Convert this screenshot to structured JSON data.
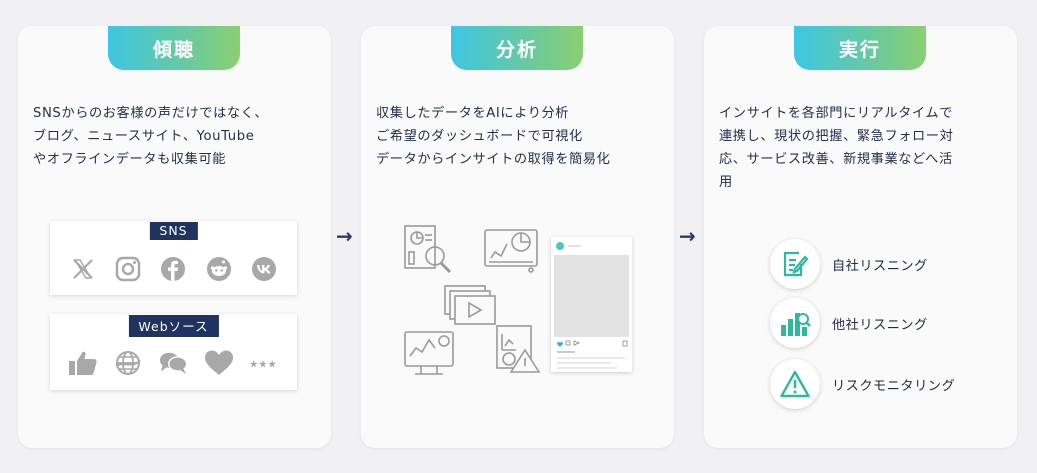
{
  "steps": [
    {
      "title": "傾聴",
      "lines": [
        "SNSからのお客様の声だけではなく、",
        "ブログ、ニュースサイト、YouTube",
        "やオフラインデータも収集可能"
      ],
      "sns_label": "SNS",
      "sns_icons": [
        "x-icon",
        "instagram-icon",
        "facebook-icon",
        "reddit-icon",
        "vk-icon"
      ],
      "web_label": "Webソース",
      "web_icons": [
        "thumbs-up-icon",
        "globe-icon",
        "chat-bubbles-icon",
        "heart-icon",
        "stars-icon"
      ]
    },
    {
      "title": "分析",
      "lines": [
        "収集したデータをAIにより分析",
        "ご希望のダッシュボードで可視化",
        "データからインサイトの取得を簡易化"
      ]
    },
    {
      "title": "実行",
      "lines": [
        "インサイトを各部門にリアルタイムで",
        "連携し、現状の把握、緊急フォロー対",
        "応、サービス改善、新規事業などへ活",
        "用"
      ],
      "features": [
        {
          "label": "自社リスニング",
          "icon": "edit-document-icon"
        },
        {
          "label": "他社リスニング",
          "icon": "bar-chart-search-icon"
        },
        {
          "label": "リスクモニタリング",
          "icon": "warning-icon"
        }
      ]
    }
  ],
  "arrow_glyph": "→",
  "colors": {
    "accent_dark": "#1f3260",
    "gradient_start": "#3ec6e4",
    "gradient_end": "#8bcf72",
    "icon_green": "#2fb8a0",
    "icon_gray": "#a8a8a8"
  }
}
